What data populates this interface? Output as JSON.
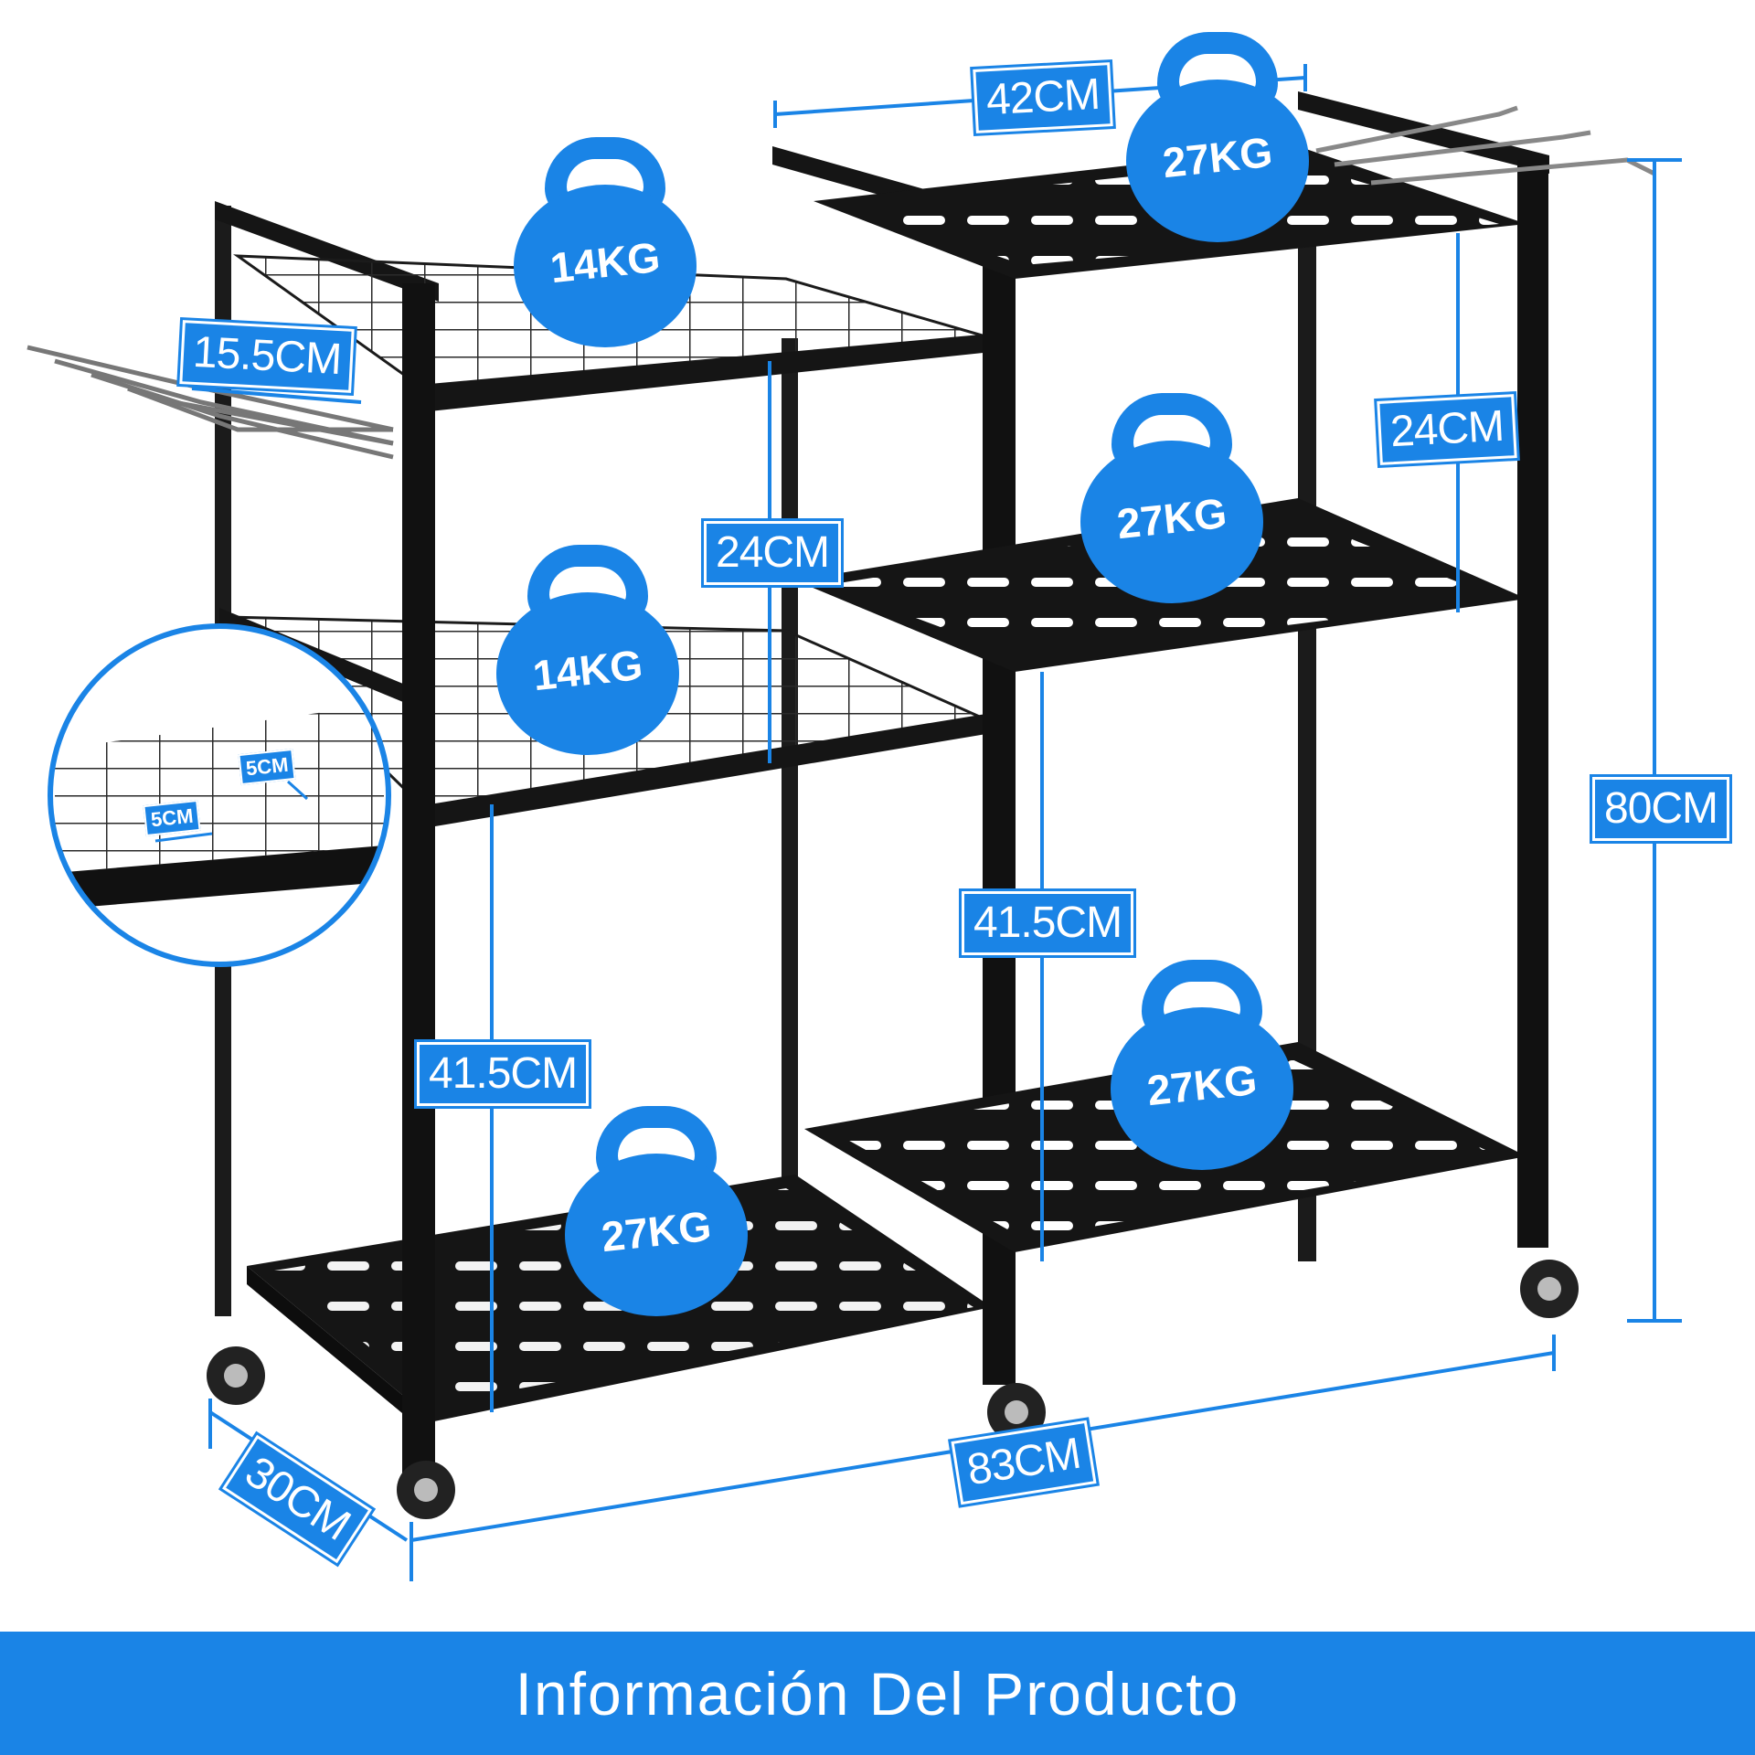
{
  "colors": {
    "accent": "#1a84e6",
    "frame": "#151515",
    "background": "#ffffff"
  },
  "footer": {
    "title": "Información Del Producto"
  },
  "dimensions": {
    "top_width": "42CM",
    "hook_length": "15.5CM",
    "left_gap_upper": "24CM",
    "right_gap_upper": "24CM",
    "total_height": "80CM",
    "right_gap_lower": "41.5CM",
    "left_gap_lower": "41.5CM",
    "depth": "30CM",
    "total_width": "83CM",
    "grid_cell_a": "5CM",
    "grid_cell_b": "5CM"
  },
  "weights": {
    "top_left": "14KG",
    "middle_left": "14KG",
    "bottom_left": "27KG",
    "top_right": "27KG",
    "middle_right": "27KG",
    "bottom_right": "27KG"
  },
  "icons": [
    "kettlebell-icon",
    "wire-grid-detail",
    "caster-wheel-icon"
  ]
}
